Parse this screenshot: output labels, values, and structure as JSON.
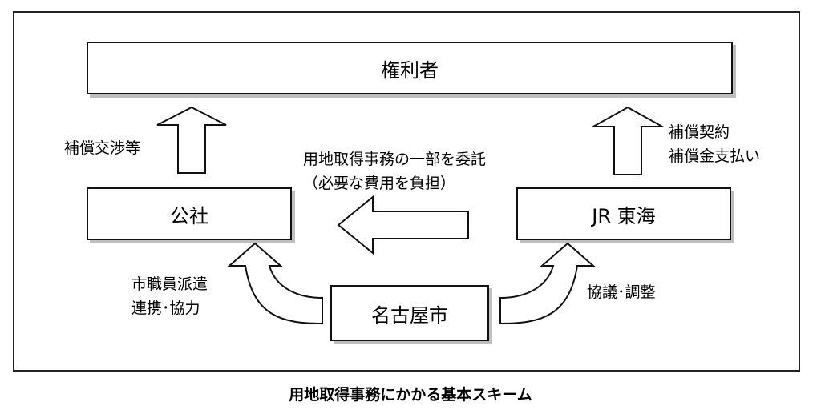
{
  "diagram": {
    "nodes": {
      "rights_holder": "権利者",
      "corporation": "公社",
      "jr_central": "JR 東海",
      "nagoya_city": "名古屋市"
    },
    "labels": {
      "negotiation": "補償交渉等",
      "contract_line1": "補償契約",
      "contract_line2": "補償金支払い",
      "entrust_line1": "用地取得事務の一部を委託",
      "entrust_line2": "（必要な費用を負担）",
      "dispatch_line1": "市職員派遣",
      "dispatch_line2": "連携･協力",
      "consult": "協議･調整"
    },
    "caption": "用地取得事務にかかる基本スキーム"
  }
}
